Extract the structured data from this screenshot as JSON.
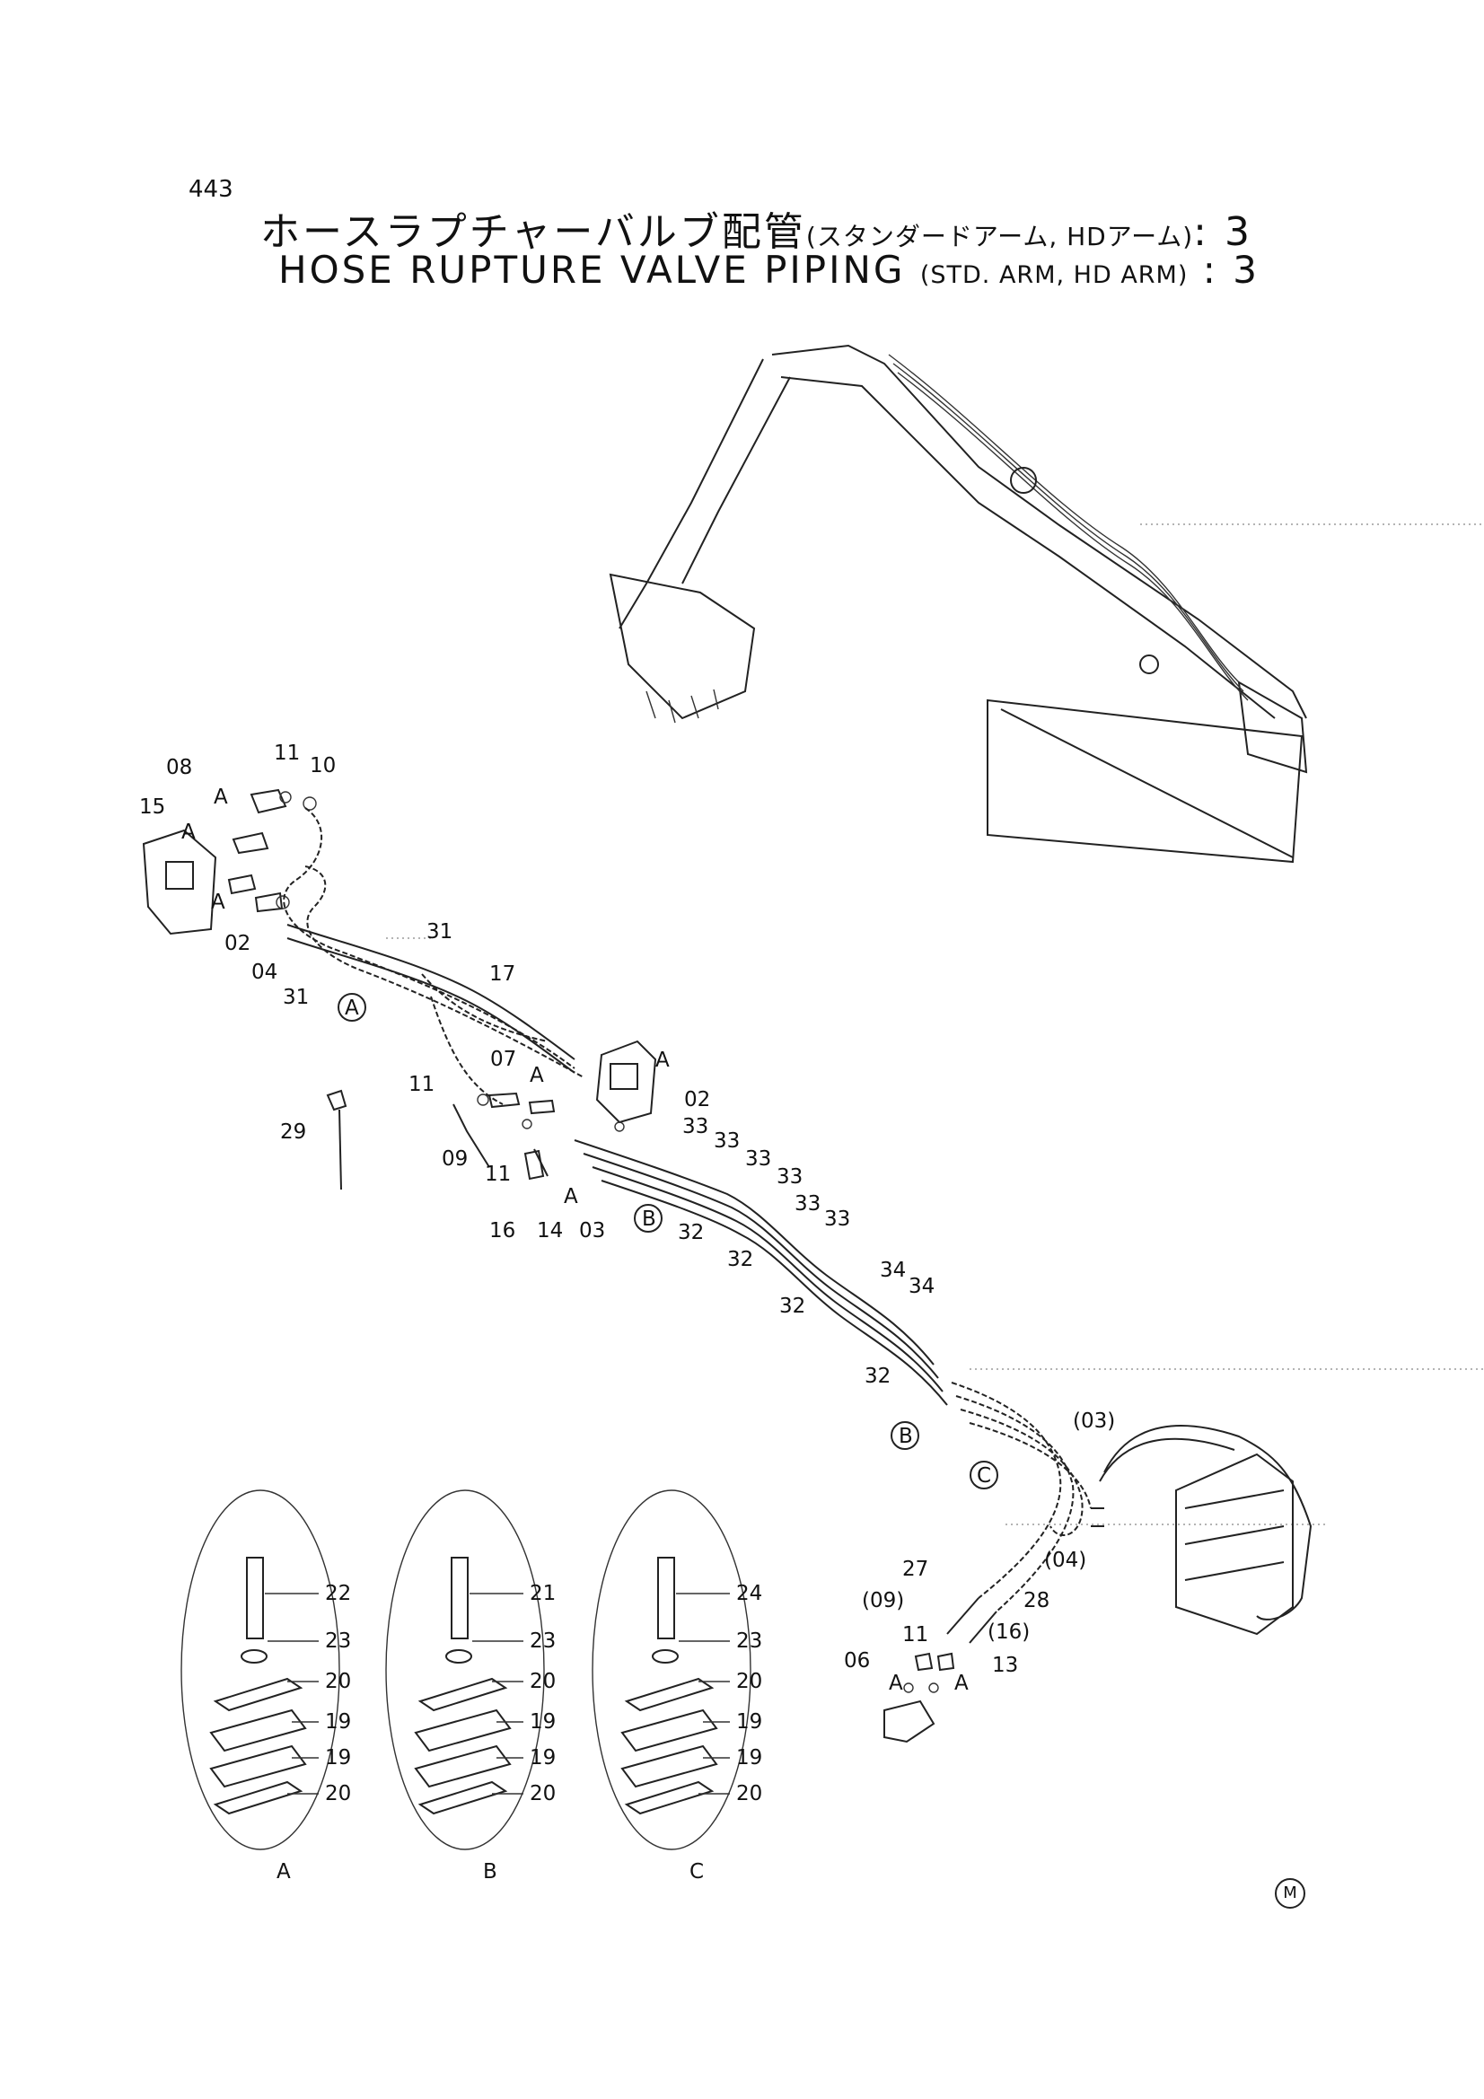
{
  "page_number": "443",
  "title_jp": "ホースラプチャーバルブ配管",
  "title_jp_sub": "(スタンダードアーム, HDアーム)",
  "title_jp_suffix": ": 3",
  "title_en": "HOSE RUPTURE VALVE PIPING",
  "title_en_sub": "(STD. ARM, HD ARM)",
  "title_en_suffix": ": 3",
  "callouts": {
    "c08": "08",
    "c11a": "11",
    "c10": "10",
    "c15": "15",
    "cA1": "A",
    "cA2": "A",
    "cA3": "A",
    "c02a": "02",
    "c04": "04",
    "c31a": "31",
    "c31b": "31",
    "c17": "17",
    "cAcircle": "A",
    "c07": "07",
    "cA4": "A",
    "c11b": "11",
    "cA5": "A",
    "c02b": "02",
    "c29": "29",
    "c09": "09",
    "c11c": "11",
    "c33a": "33",
    "c33b": "33",
    "c33c": "33",
    "c33d": "33",
    "c33e": "33",
    "c33f": "33",
    "c16": "16",
    "c14": "14",
    "cA6": "A",
    "c03": "03",
    "cBcircle": "B",
    "c32a": "32",
    "c32b": "32",
    "c32c": "32",
    "c32d": "32",
    "c34a": "34",
    "c34b": "34",
    "cBcircle2": "B",
    "cCcircle": "C",
    "c03p": "(03)",
    "c04p": "(04)",
    "c27": "27",
    "c09p": "(09)",
    "c28": "28",
    "c11d": "11",
    "c16p": "(16)",
    "c06": "06",
    "c13": "13",
    "cA7": "A",
    "cA8": "A"
  },
  "detail_A": {
    "label": "A",
    "parts": [
      "22",
      "23",
      "20",
      "19",
      "19",
      "20"
    ]
  },
  "detail_B": {
    "label": "B",
    "parts": [
      "21",
      "23",
      "20",
      "19",
      "19",
      "20"
    ]
  },
  "detail_C": {
    "label": "C",
    "parts": [
      "24",
      "23",
      "20",
      "19",
      "19",
      "20"
    ]
  },
  "mark": "M"
}
